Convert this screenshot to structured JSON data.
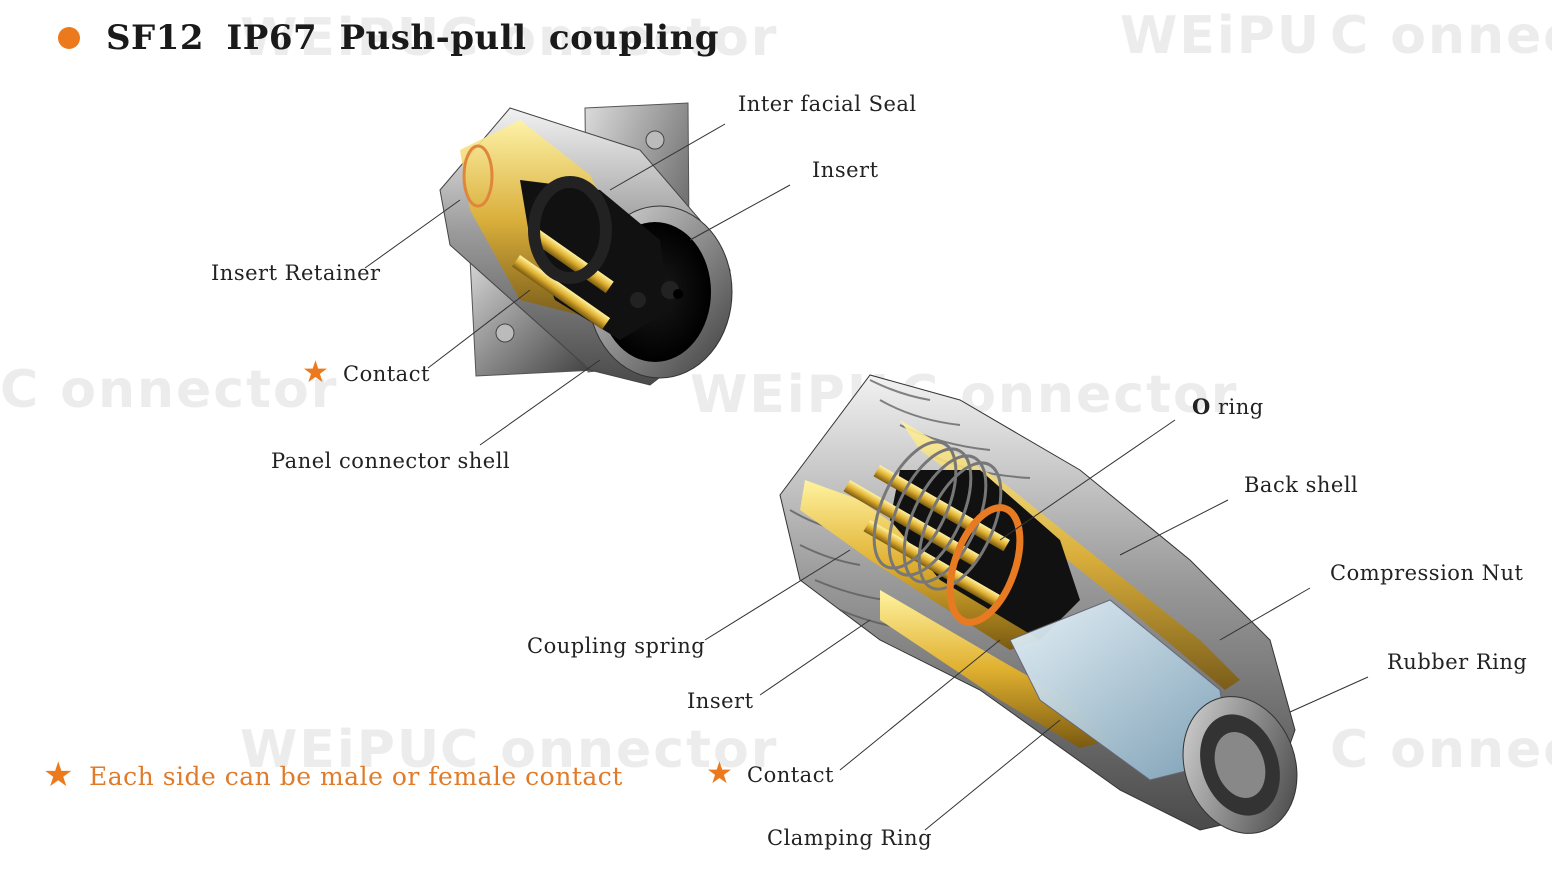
{
  "title": "SF12   IP67  Push-pull coupling",
  "watermark_text": "WEiPU",
  "watermark_text2": "C onnector",
  "panel_labels": {
    "seal": "Inter facial Seal",
    "insert": "Insert",
    "retainer": "Insert Retainer",
    "contact": "Contact",
    "shell": "Panel connector shell"
  },
  "plug_labels": {
    "o_ring_bold": "O",
    "o_ring_rest": " ring",
    "back_shell": "Back shell",
    "compression_nut": "Compression Nut",
    "rubber_ring": "Rubber Ring",
    "coupling_spring": "Coupling  spring",
    "insert": "Insert",
    "contact": "Contact",
    "clamping_ring": "Clamping  Ring"
  },
  "note": "Each side can be male or female contact",
  "colors": {
    "accent": "#ec7a1c",
    "gold": "#e6b83a",
    "steel": "#a8a8a8"
  }
}
